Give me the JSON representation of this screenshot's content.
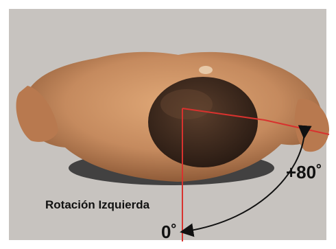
{
  "labels": {
    "rotation_title": "Rotación Izquierda",
    "start_angle": "0˚",
    "end_angle": "+80˚"
  },
  "colors": {
    "background": "#c7c3bf",
    "reference_lines": "#d8322e",
    "arc": "#111111",
    "skin": "#c58a5e",
    "hair": "#3d2a1f"
  },
  "rotation": {
    "start_degrees": 0,
    "end_degrees": 80
  }
}
